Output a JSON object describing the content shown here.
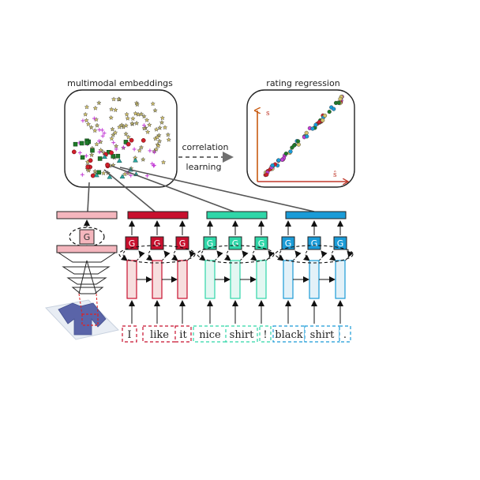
{
  "embeddings_title": "multimodal embeddings",
  "regression_title": "rating regression",
  "correlation_line1": "correlation",
  "correlation_line2": "learning",
  "axis_y_label": "s",
  "axis_x_label": "ŝ",
  "gate_label": "G",
  "groups": [
    {
      "words": [
        "I",
        "like",
        "it"
      ],
      "color": "#c8102e",
      "light": "#f7dede"
    },
    {
      "words": [
        "nice",
        "shirt",
        "!"
      ],
      "color": "#2fd6a8",
      "light": "#e3f7f2"
    },
    {
      "words": [
        "black",
        "shirt",
        "."
      ],
      "color": "#1a9bd7",
      "light": "#e3f1f8"
    }
  ],
  "colors": {
    "image_branch": "#f4b6bd",
    "frame": "#222222",
    "arrow_gray": "#707070",
    "axis_orange": "#c85a10",
    "axis_red": "#c0392b"
  },
  "icons": {
    "image_thumbnail": "shirt-photo-icon"
  }
}
